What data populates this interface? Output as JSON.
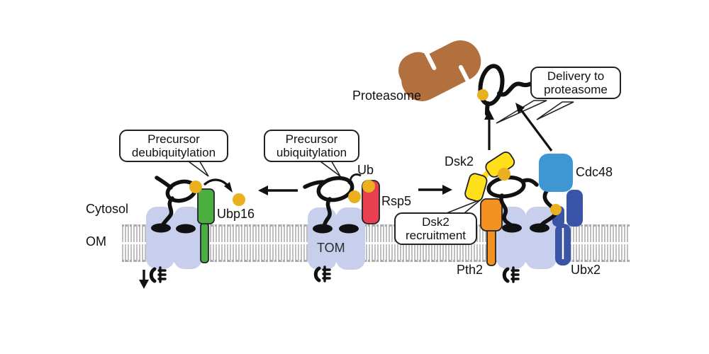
{
  "labels": {
    "proteasome": "Proteasome",
    "cytosol": "Cytosol",
    "om": "OM",
    "tom": "TOM",
    "ub": "Ub",
    "ubp16": "Ubp16",
    "rsp5": "Rsp5",
    "dsk2": "Dsk2",
    "cdc48": "Cdc48",
    "pth2": "Pth2",
    "ubx2": "Ubx2"
  },
  "bubbles": {
    "deubiquitylation": {
      "line1": "Precursor",
      "line2": "deubiquitylation"
    },
    "ubiquitylation": {
      "line1": "Precursor",
      "line2": "ubiquitylation"
    },
    "dsk2_recruitment": {
      "line1": "Dsk2",
      "line2": "recruitment"
    },
    "delivery": {
      "line1": "Delivery to",
      "line2": "proteasome"
    }
  },
  "colors": {
    "proteasome": "#b2703f",
    "tom": "#c8cfec",
    "ubp16": "#4cae3f",
    "rsp5": "#e84050",
    "dsk2": "#ffe01a",
    "pth2": "#f39221",
    "cdc48": "#3e97d3",
    "ubx2": "#3a55a8",
    "ubiquitin": "#eab01d",
    "membrane": "#bfbfbf",
    "chain": "#111111"
  }
}
